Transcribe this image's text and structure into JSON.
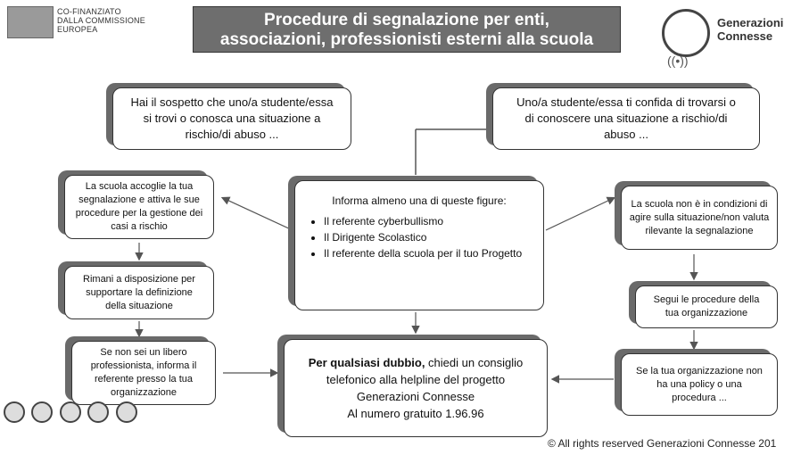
{
  "header": {
    "eu_line1": "CO-FINANZIATO",
    "eu_line2": "DALLA COMMISSIONE",
    "eu_line3": "EUROPEA",
    "title_line1": "Procedure di segnalazione per enti,",
    "title_line2": "associazioni, professionisti esterni alla scuola",
    "brand_line1": "Generazioni",
    "brand_line2": "Connesse"
  },
  "top_left": {
    "text": "Hai il sospetto che uno/a studente/essa si trovi o conosca una situazione a rischio/di abuso ..."
  },
  "top_right": {
    "text": "Uno/a studente/essa ti confida di trovarsi o di conoscere una situazione a rischio/di abuso ..."
  },
  "center": {
    "intro": "Informa almeno una di queste figure:",
    "items": [
      "Il referente cyberbullismo",
      "Il Dirigente Scolastico",
      "Il referente della scuola per il tuo Progetto"
    ]
  },
  "left": {
    "box1": "La scuola accoglie la tua segnalazione e attiva le sue procedure per la gestione dei casi a rischio",
    "box2": "Rimani a disposizione per supportare la definizione della situazione",
    "box3": "Se non sei un libero professionista, informa il referente presso la tua organizzazione"
  },
  "right": {
    "box1": "La scuola non è in condizioni di agire sulla situazione/non valuta rilevante la segnalazione",
    "box2": "Segui le procedure della tua organizzazione",
    "box3": "Se la tua organizzazione non ha una policy o una procedura ..."
  },
  "bottom": {
    "bold": "Per qualsiasi dubbio,",
    "text": " chiedi un consiglio telefonico alla helpline del progetto Generazioni Connesse",
    "number": "Al numero gratuito 1.96.96"
  },
  "footer": {
    "copyright": "© All rights reserved Generazioni Connesse 201"
  }
}
